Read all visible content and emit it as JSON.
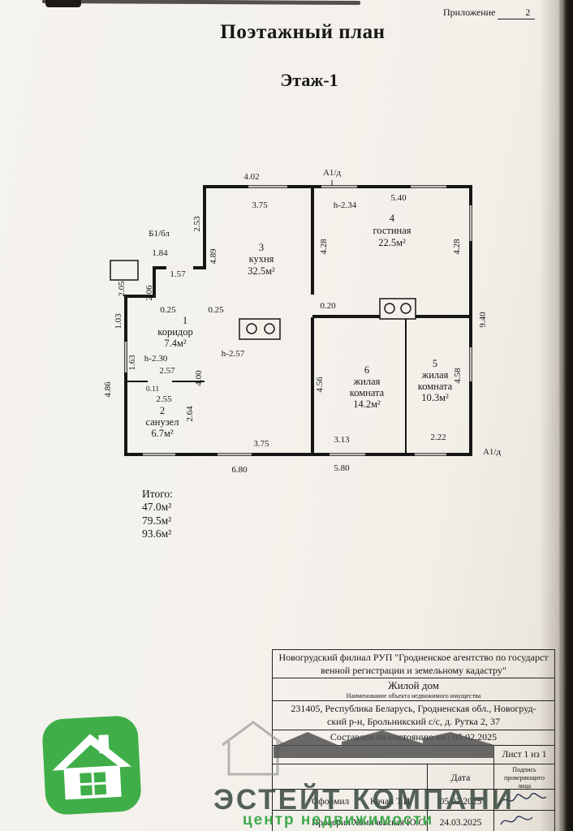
{
  "page": {
    "appendix_label": "Приложение",
    "appendix_value": "2",
    "title": "Поэтажный план",
    "floor_title": "Этаж-1"
  },
  "plan": {
    "axis_top": "А1/д",
    "axis_bottom": "А1/д",
    "rooms": {
      "r1": {
        "num": "1",
        "name": "коридор",
        "area": "7.4м²"
      },
      "r2": {
        "num": "2",
        "name": "санузел",
        "area": "6.7м²"
      },
      "r3": {
        "num": "3",
        "name": "кухня",
        "area": "32.5м²"
      },
      "r4": {
        "num": "4",
        "name": "гостиная",
        "area": "22.5м²"
      },
      "r5": {
        "num": "5",
        "name": "жилая",
        "name2": "комната",
        "area": "10.3м²"
      },
      "r6": {
        "num": "6",
        "name": "жилая",
        "name2": "комната",
        "area": "14.2м²"
      }
    },
    "dims": {
      "top_402": "4.02",
      "top_375": "3.75",
      "top_540": "5.40",
      "h_234": "h-2.34",
      "v_253": "2.53",
      "bl_label": "Б1/бл",
      "h_184": "1.84",
      "h_157": "1.57",
      "v_206": "2.06",
      "v_205": "2.05",
      "v_489": "4.89",
      "v_428l": "4.28",
      "v_428r": "4.28",
      "v_940": "9.40",
      "h_025a": "0.25",
      "h_025b": "0.25",
      "h_020": "0.20",
      "v_103": "1.03",
      "h_230": "h-2.30",
      "v_163": "1.63",
      "h_257s": "2.57",
      "h_011": "0.11",
      "h_255": "2.55",
      "v_486": "4.86",
      "h_257k": "h-2.57",
      "v_264": "2.64",
      "v_400": "4.00",
      "v_456": "4.56",
      "v_458": "4.58",
      "b_375": "3.75",
      "b_313": "3.13",
      "b_222": "2.22",
      "b_680": "6.80",
      "b_580": "5.80"
    },
    "totals": {
      "label": "Итого:",
      "v1": "47.0м²",
      "v2": "79.5м²",
      "v3": "93.6м²"
    }
  },
  "footer": {
    "org_line1": "Новогрудский филиал РУП \"Гродненское агентство по государст",
    "org_line2": "венной регистрации и земельному кадастру\"",
    "object_name": "Жилой дом",
    "object_caption": "Наименование объекта недвижимого имущества",
    "address_line1": "231405, Республика Беларусь, Гродненская обл., Новогруд-",
    "address_line2": "ский р-н, Брольникский с/с, д. Рутка 2, 37",
    "composed": "Составлен по состоянию на : 05.02.2025",
    "sheet": "Лист 1 из 1",
    "col_date": "Дата",
    "col_sign_l1": "Подпись",
    "col_sign_l2": "проверяющего",
    "col_sign_l3": "лица",
    "made_role": "Оформил",
    "made_name": "Качан Т.И.",
    "made_date": "05.02.2025",
    "checked_role": "Проверил",
    "checked_name": "Хомичевская Ю.С.",
    "checked_date": "24.03.2025"
  },
  "watermark": {
    "title": "ЭСТЕЙТ КОМПАНИ",
    "subtitle": "центр недвижимости",
    "logo_color": "#3fae49"
  }
}
